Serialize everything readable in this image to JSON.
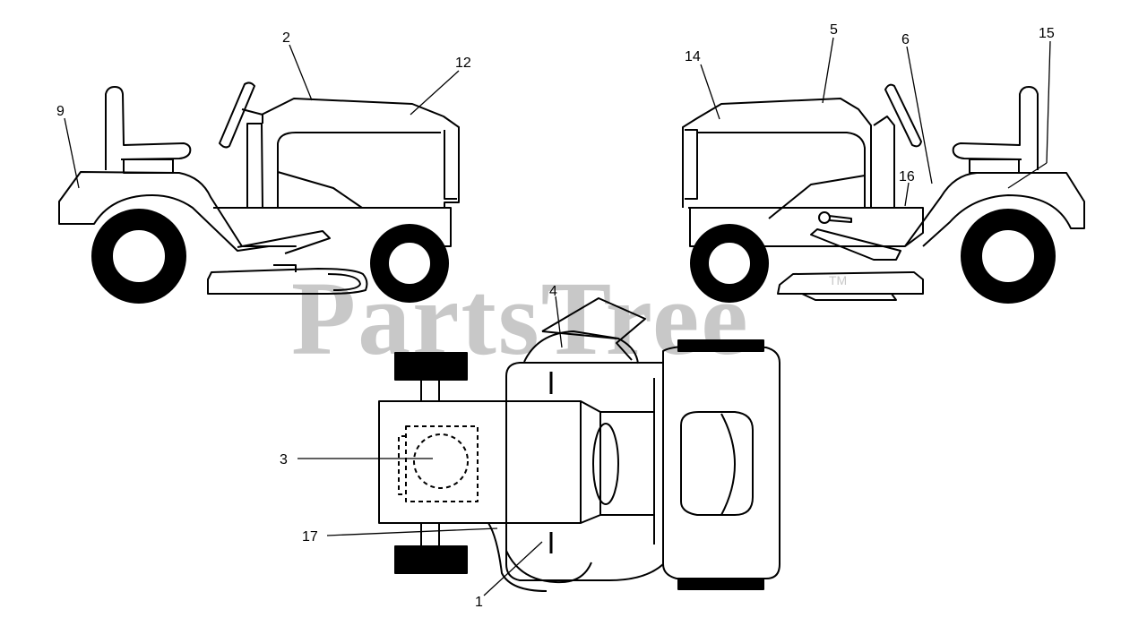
{
  "watermark": {
    "text": "PartsTree",
    "trademark": "TM",
    "color": "#c8c8c8"
  },
  "line_color": "#000000",
  "callouts": {
    "n1": "1",
    "n2": "2",
    "n3": "3",
    "n4": "4",
    "n5": "5",
    "n6": "6",
    "n9": "9",
    "n12": "12",
    "n14": "14",
    "n15": "15",
    "n16": "16",
    "n17": "17"
  }
}
